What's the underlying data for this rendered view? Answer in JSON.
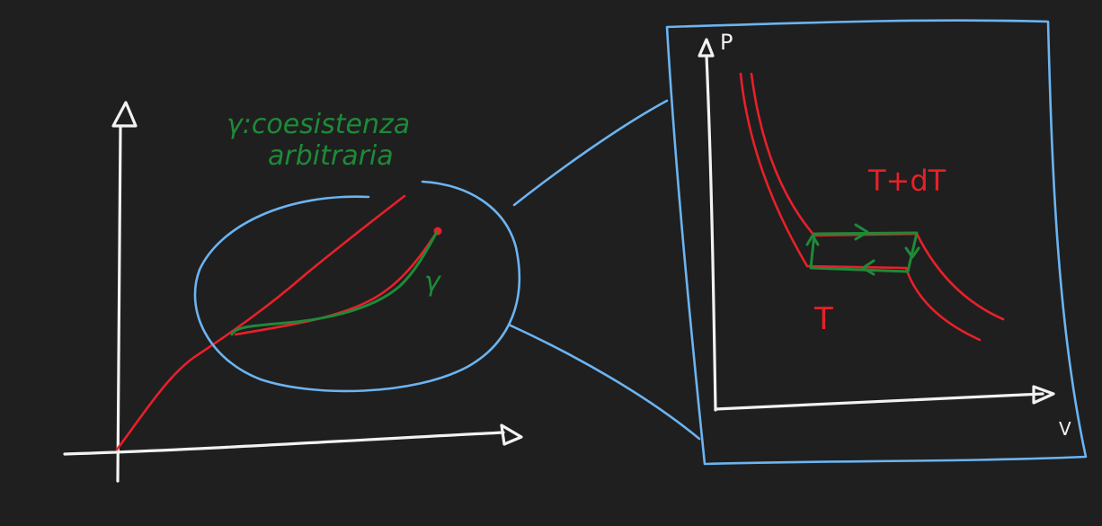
{
  "annotations": {
    "curve_note_line1": "γ:coesistenza",
    "curve_note_line2": "arbitraria",
    "gamma_label": "γ",
    "isotherm_T_label": "T",
    "isotherm_TdT_label": "T+dT"
  },
  "axes": {
    "pressure_label": "P",
    "volume_label": "V"
  },
  "colors": {
    "background": "#1f1f1f",
    "axes": "#f2f2f2",
    "zoom_frame": "#6cb4f0",
    "coexistence_curve": "#e8202a",
    "gamma_path": "#1e8a38"
  }
}
